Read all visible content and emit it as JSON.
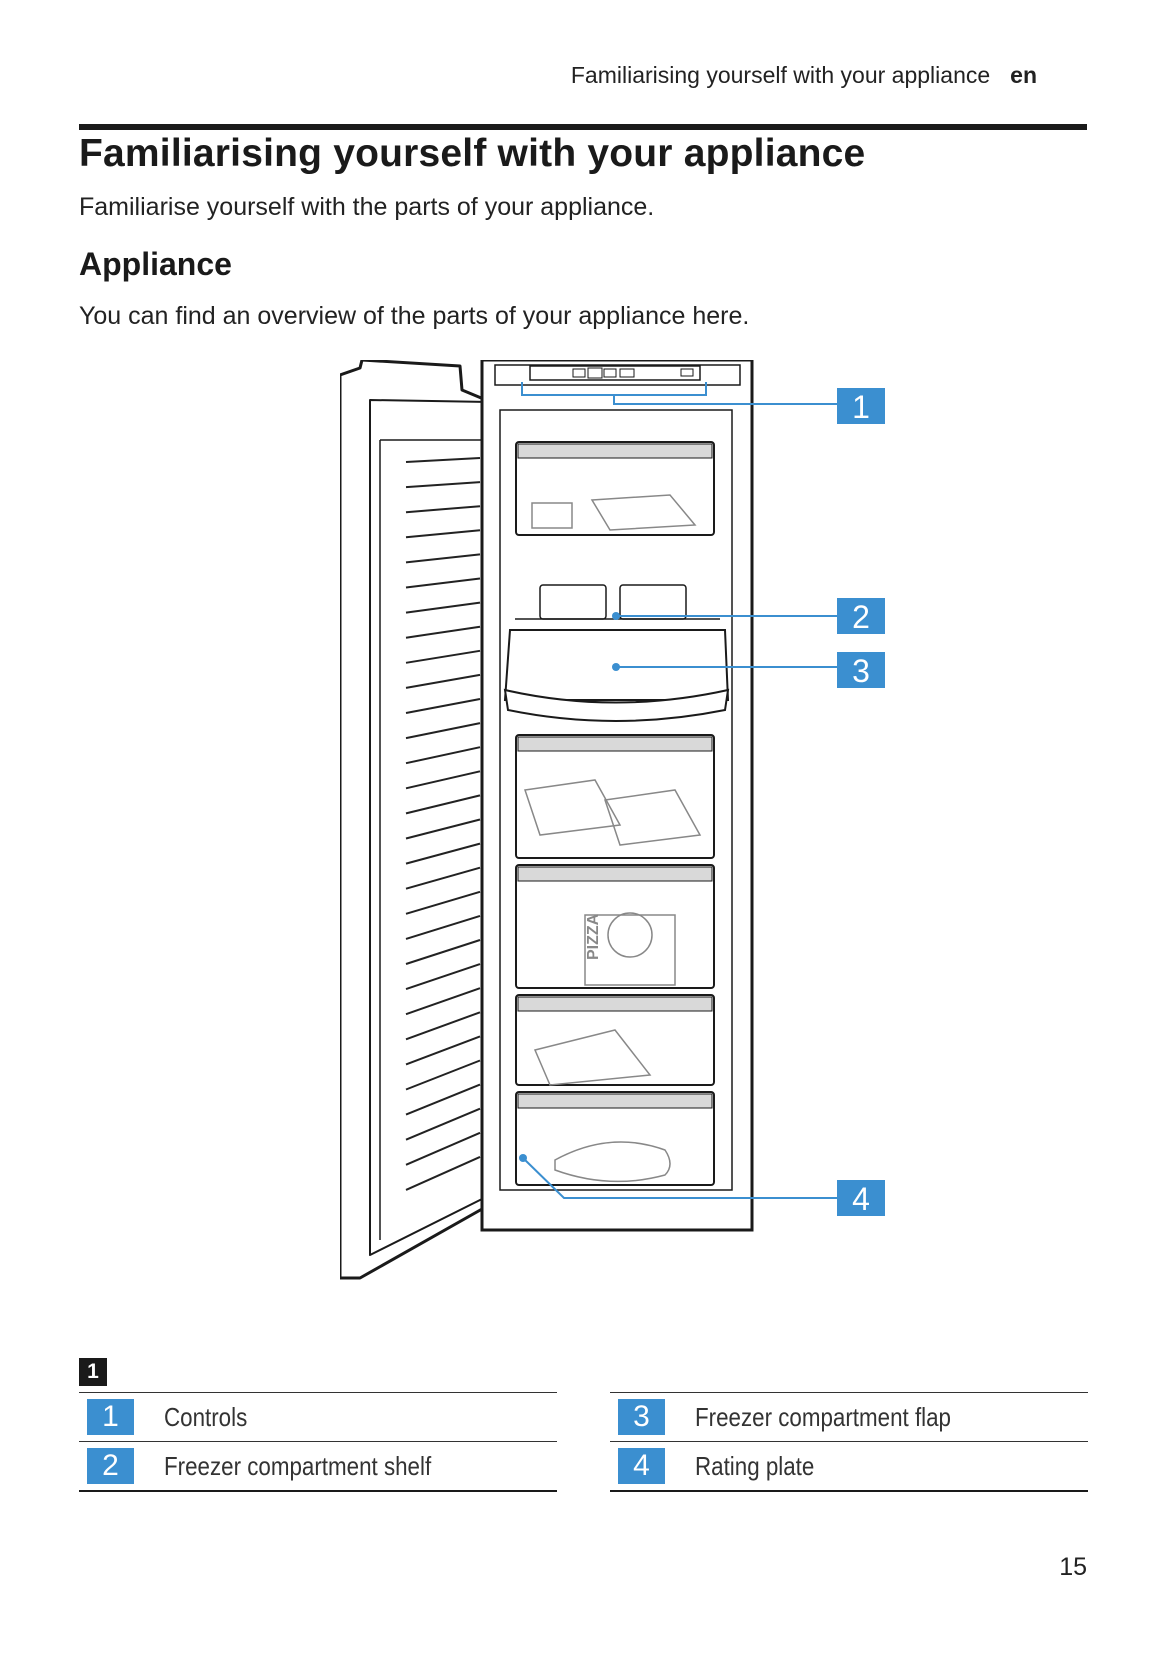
{
  "header": {
    "running_title": "Familiarising yourself with your appliance",
    "language": "en"
  },
  "section": {
    "title": "Familiarising yourself with your appliance",
    "intro": "Familiarise yourself with the parts of your appliance.",
    "subheading": "Appliance",
    "subtext": "You can find an overview of the parts of your appliance here."
  },
  "figure": {
    "reference": "1",
    "callouts": [
      "1",
      "2",
      "3",
      "4"
    ],
    "accent_color": "#3b8fd0",
    "box_label": "PIZZA"
  },
  "legend": [
    {
      "number": "1",
      "label": "Controls"
    },
    {
      "number": "2",
      "label": "Freezer compartment shelf"
    },
    {
      "number": "3",
      "label": "Freezer compartment flap"
    },
    {
      "number": "4",
      "label": "Rating plate"
    }
  ],
  "footer": {
    "page_number": "15"
  }
}
